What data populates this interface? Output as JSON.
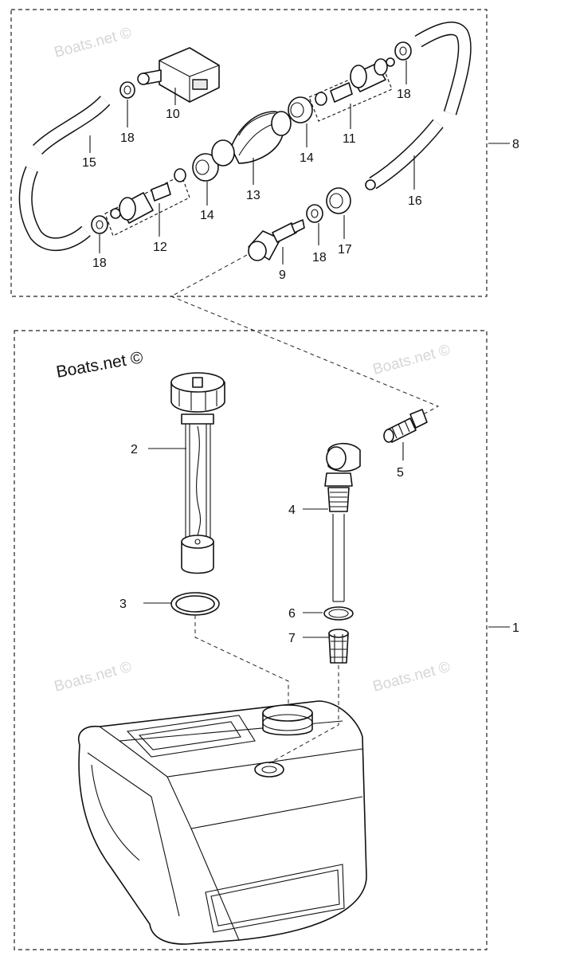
{
  "watermarks": {
    "main": "Boats.net ©",
    "faint": "Boats.net ©"
  },
  "labels": {
    "p1": "1",
    "p2": "2",
    "p3": "3",
    "p4": "4",
    "p5": "5",
    "p6": "6",
    "p7": "7",
    "p8": "8",
    "p9": "9",
    "p10": "10",
    "p11": "11",
    "p12": "12",
    "p13": "13",
    "p14a": "14",
    "p14b": "14",
    "p15": "15",
    "p16": "16",
    "p17": "17",
    "p18a": "18",
    "p18b": "18",
    "p18c": "18",
    "p18d": "18"
  },
  "assemblies": {
    "upper": "fuel hose assembly (items 8–18)",
    "lower": "fuel tank assembly (items 1–7)"
  }
}
